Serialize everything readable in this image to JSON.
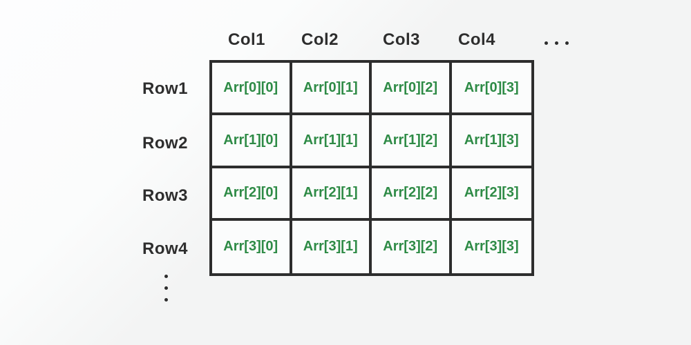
{
  "header": {
    "col_labels": [
      "Col1",
      "Col2",
      "Col3",
      "Col4"
    ]
  },
  "rows": {
    "labels": [
      "Row1",
      "Row2",
      "Row3",
      "Row4"
    ]
  },
  "grid": {
    "cells": [
      [
        "Arr[0][0]",
        "Arr[0][1]",
        "Arr[0][2]",
        "Arr[0][3]"
      ],
      [
        "Arr[1][0]",
        "Arr[1][1]",
        "Arr[1][2]",
        "Arr[1][3]"
      ],
      [
        "Arr[2][0]",
        "Arr[2][1]",
        "Arr[2][2]",
        "Arr[2][3]"
      ],
      [
        "Arr[3][0]",
        "Arr[3][1]",
        "Arr[3][2]",
        "Arr[3][3]"
      ]
    ]
  },
  "icons": {
    "col_ellipsis": "horizontal-dots",
    "row_ellipsis": "vertical-dots"
  },
  "colors": {
    "grid_line": "#2d2d2d",
    "cell_text": "#2e8b46",
    "label_text": "#2e2e2e",
    "background": "#f5f6f6"
  }
}
